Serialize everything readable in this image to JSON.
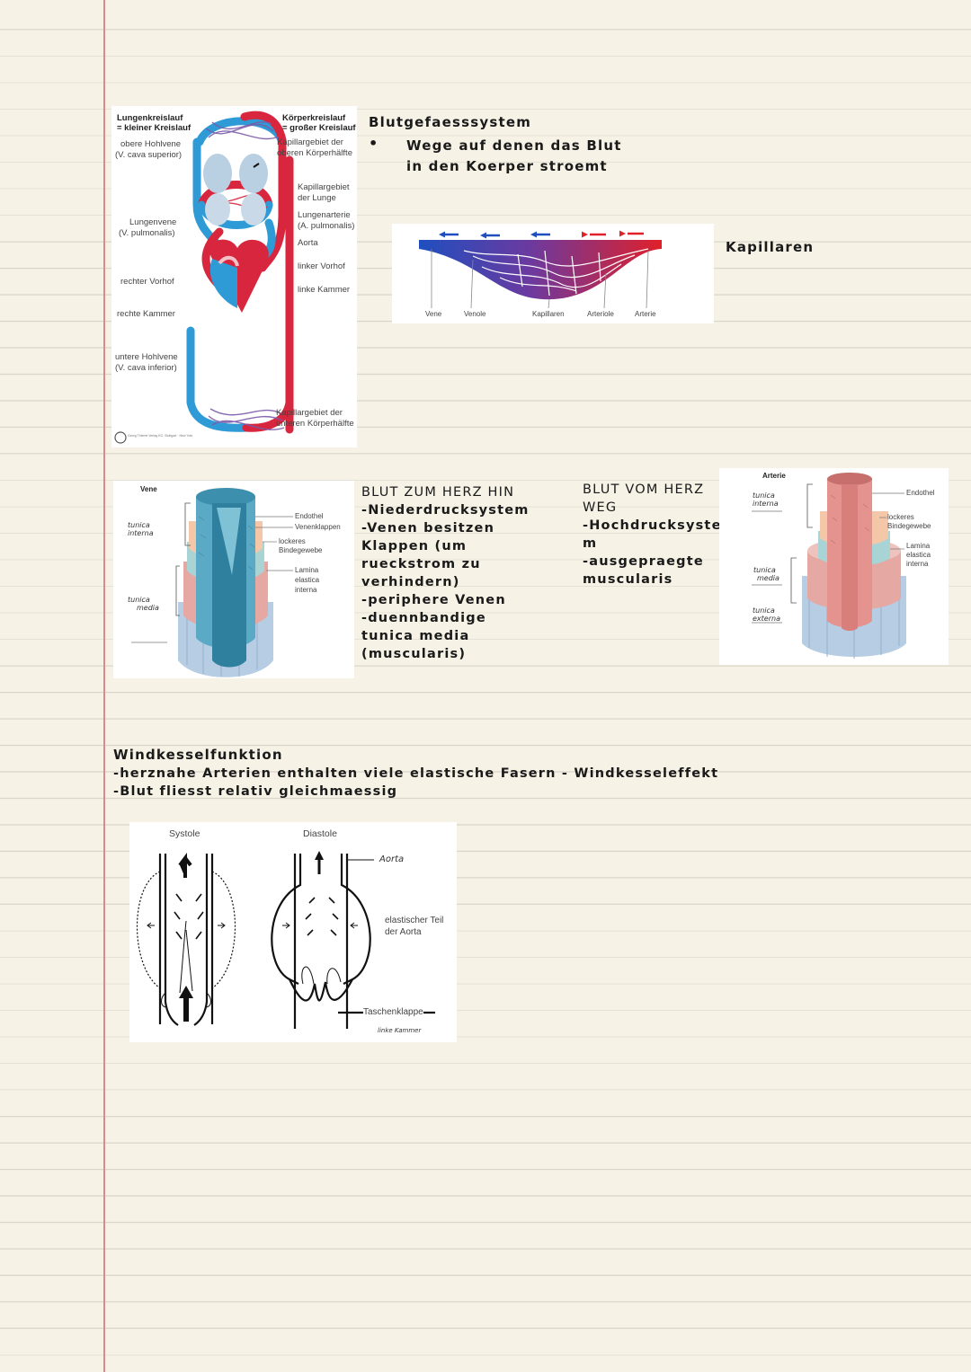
{
  "circulation": {
    "left_title": "Lungenkreislauf",
    "left_subtitle": "= kleiner Kreislauf",
    "right_title": "Körperkreislauf",
    "right_subtitle": "= großer Kreislauf",
    "labels_left": [
      "obere Hohlvene",
      "(V. cava superior)",
      "Lungenvene",
      "(V. pulmonalis)",
      "rechter Vorhof",
      "rechte Kammer",
      "untere Hohlvene",
      "(V. cava inferior)"
    ],
    "labels_right": [
      "Kapillargebiet der",
      "oberen Körperhälfte",
      "Kapillargebiet",
      "der Lunge",
      "Lungenarterie",
      "(A. pulmonalis)",
      "Aorta",
      "linker Vorhof",
      "linke Kammer",
      "Kapillargebiet der",
      "unteren Körperhälfte"
    ],
    "credit": "Georg Thieme Verlag KG, Stuttgart · New York"
  },
  "notes_top": {
    "title": "Blutgefaesssystem",
    "line1": "Wege auf denen das Blut",
    "line2": "in den Koerper stroemt"
  },
  "capillary_fig": {
    "labels": [
      "Vene",
      "Venole",
      "Kapillaren",
      "Arteriole",
      "Arterie"
    ]
  },
  "kapillaren_heading": "Kapillaren",
  "vein_fig": {
    "title": "Vene",
    "labels": [
      "Endothel",
      "Venenklappen",
      "lockeres",
      "Bindegewebe",
      "Lamina",
      "elastica",
      "interna"
    ],
    "handwritten": [
      "tunica",
      "interna",
      "tunica",
      "media"
    ]
  },
  "vein_notes": {
    "lines": [
      "BLUT ZUM HERZ HIN",
      "-Niederdrucksystem",
      "-Venen besitzen",
      "Klappen (um",
      "rueckstrom zu",
      "verhindern)",
      "-periphere Venen",
      "-duennbandige",
      "tunica media",
      "(muscularis)"
    ]
  },
  "artery_notes": {
    "lines": [
      "BLUT VOM HERZ",
      "WEG",
      "-Hochdrucksyste",
      "m",
      "-ausgepraegte",
      "muscularis"
    ]
  },
  "artery_fig": {
    "title": "Arterie",
    "labels": [
      "Endothel",
      "lockeres",
      "Bindegewebe",
      "Lamina",
      "elastica",
      "interna"
    ],
    "handwritten": [
      "tunica",
      "interna",
      "tunica",
      "media",
      "tunica",
      "externa"
    ]
  },
  "windkessel": {
    "title": "Windkesselfunktion",
    "line1": "-herznahe Arterien enthalten viele elastische Fasern - Windkesseleffekt",
    "line2": "-Blut fliesst relativ gleichmaessig"
  },
  "windkessel_fig": {
    "systole": "Systole",
    "diastole": "Diastole",
    "aorta_hw": "Aorta",
    "elastic1": "elastischer Teil",
    "elastic2": "der Aorta",
    "valve": "Taschenklappe",
    "ventricle_hw": "linke Kammer"
  },
  "colors": {
    "artery_red": "#d7263d",
    "vein_blue": "#2e9bd6",
    "page": "#f6f3e6",
    "margin": "#d98b8b"
  }
}
